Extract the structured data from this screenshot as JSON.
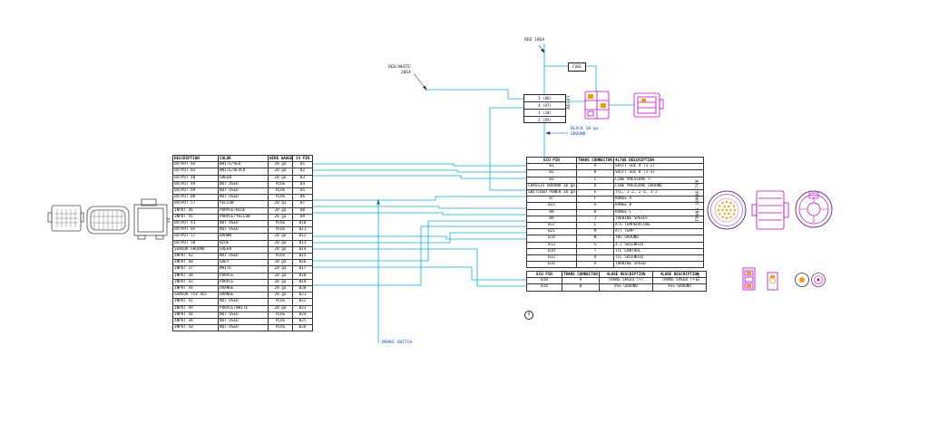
{
  "colors": {
    "wire": "#00b0f0",
    "label_blue": "#0050e6",
    "connector_magenta": "#c800c8",
    "connector_purple": "#7030a0",
    "pin_orange": "#ff9900",
    "line_dark": "#222222"
  },
  "labels": {
    "red_feed": "RED 10GA",
    "red_white_feed": "RED/WHITE\n20GA",
    "fuse": "FUSE",
    "relay": "RELAY",
    "black_ground": "BLACK 10 ga\nGROUND",
    "brake_switch": "BRAKE SWITCH",
    "trans_connector": "TRANS CONNECTOR",
    "vss": "VSS",
    "j4": "J4",
    "note": "4"
  },
  "relay": {
    "pins": [
      "3 (86)",
      "4 (87)",
      "1 (30)",
      "2 (85)"
    ]
  },
  "j4_table": {
    "columns": [
      "DESCRIPTION",
      "COLOR",
      "WIRE GAUGE",
      "J4 PIN"
    ],
    "rows": [
      [
        "OUTPUT 84",
        "WHITE/RED",
        "20 ga",
        "B1"
      ],
      [
        "OUTPUT 83",
        "WHITE/BLACK",
        "20 ga",
        "B2"
      ],
      [
        "OUTPUT 40",
        "GREEN",
        "20 ga",
        "B3"
      ],
      [
        "OUTPUT 49",
        "NOT USED",
        "PLUG",
        "B4"
      ],
      [
        "OUTPUT 89",
        "NOT USED",
        "PLUG",
        "B5"
      ],
      [
        "OUTPUT 88",
        "NOT USED",
        "PLUG",
        "B6"
      ],
      [
        "OUTPUT 57",
        "YELLOW",
        "20 ga",
        "B7"
      ],
      [
        "INPUT 46",
        "PURPLE/BLUE",
        "20 ga",
        "B8"
      ],
      [
        "INPUT 45",
        "PURPLE/YELLOW",
        "20 ga",
        "B9"
      ],
      [
        "OUTPUT 43",
        "NOT USED",
        "PLUG",
        "B10"
      ],
      [
        "OUTPUT 85",
        "NOT USED",
        "PLUG",
        "B11"
      ],
      [
        "OUTPUT 57",
        "BROWN",
        "20 ga",
        "B12"
      ],
      [
        "OUTPUT 58",
        "BLUE",
        "20 ga",
        "B13"
      ],
      [
        "SENSOR GROUND",
        "GREEN",
        "20 ga",
        "B14"
      ],
      [
        "INPUT 42",
        "NOT USED",
        "PLUG",
        "B15"
      ],
      [
        "INPUT 40",
        "GREY",
        "20 ga",
        "B16"
      ],
      [
        "INPUT 37",
        "WHITE",
        "20 ga",
        "B17"
      ],
      [
        "INPUT 38",
        "PURPLE",
        "20 ga",
        "B18"
      ],
      [
        "INPUT 43",
        "PURPLE",
        "20 ga",
        "B19"
      ],
      [
        "INPUT 44",
        "ORANGE",
        "20 ga",
        "B20"
      ],
      [
        "SENSOR +5V OUT",
        "ORANGE",
        "20 ga",
        "B21"
      ],
      [
        "INPUT 41",
        "NOT USED",
        "PLUG",
        "B22"
      ],
      [
        "INPUT 49",
        "PURPLE/WHITE",
        "20 ga",
        "B23"
      ],
      [
        "INPUT 44",
        "NOT USED",
        "PLUG",
        "B24"
      ],
      [
        "INPUT 38",
        "NOT USED",
        "PLUG",
        "B25"
      ],
      [
        "INPUT 50",
        "NOT USED",
        "PLUG",
        "B26"
      ]
    ]
  },
  "trans_table": {
    "columns": [
      "ECU PIN",
      "TRANS CONNECTOR",
      "4L70E DESCRIPTION"
    ],
    "rows": [
      [
        "B1",
        "A",
        "SHIFT SOL A (1-2)"
      ],
      [
        "B2",
        "B",
        "SHIFT SOL B (2-3)"
      ],
      [
        "B3",
        "C",
        "LINE PRESSURE +"
      ],
      [
        "CHASSIS GROUND 10 ga",
        "D",
        "LINE PRESSURE GROUND"
      ],
      [
        "SWITCHED POWER 10 ga",
        "E",
        "TCC, 1-2, 2-3, 3-2"
      ],
      [
        "B7",
        "F",
        "RANGE A"
      ],
      [
        "B22",
        "G",
        "RANGE B"
      ],
      [
        "B8",
        "H",
        "RANGE C"
      ],
      [
        "B9",
        "J",
        "TURBINE SPEED+"
      ],
      [
        "B17",
        "L",
        "ATS TEMPERATURE"
      ],
      [
        "B21",
        "M",
        "ATT TEMP"
      ],
      [
        "B14",
        "N",
        "TWS GROUND"
      ],
      [
        "B13",
        "S",
        "3-2 SOLENOID"
      ],
      [
        "B19",
        "T",
        "TCC CONTROL"
      ],
      [
        "B13",
        "U",
        "TCC SOLENOID"
      ],
      [
        "B14",
        "V",
        "TURBINE SPEED-"
      ]
    ]
  },
  "vss_table": {
    "columns": [
      "ECU PIN",
      "TRANS CONNECTOR",
      "4L60E DESCRIPTION",
      "4L80E DESCRIPTION"
    ],
    "rows": [
      [
        "B18",
        "A",
        "TRANS SPEED (+)",
        "TRANS SPEED (+)"
      ],
      [
        "B14",
        "B",
        "VSS GROUND",
        "VSS GROUND"
      ]
    ]
  }
}
